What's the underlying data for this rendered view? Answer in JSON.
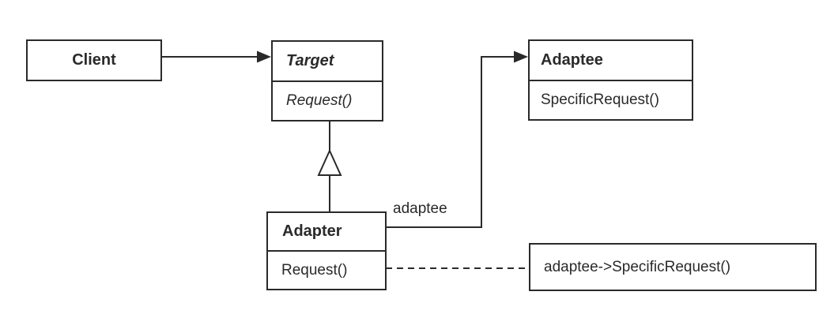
{
  "colors": {
    "line": "#2a2a2a",
    "fold": "#a6a6a6",
    "canvas": "#ffffff"
  },
  "classes": {
    "client": {
      "name": "Client"
    },
    "target": {
      "name": "Target",
      "methods": [
        "Request()"
      ]
    },
    "adaptee": {
      "name": "Adaptee",
      "methods": [
        "SpecificRequest()"
      ]
    },
    "adapter": {
      "name": "Adapter",
      "methods": [
        "Request()"
      ]
    }
  },
  "association_label": "adaptee",
  "note_text": "adaptee->SpecificRequest()"
}
